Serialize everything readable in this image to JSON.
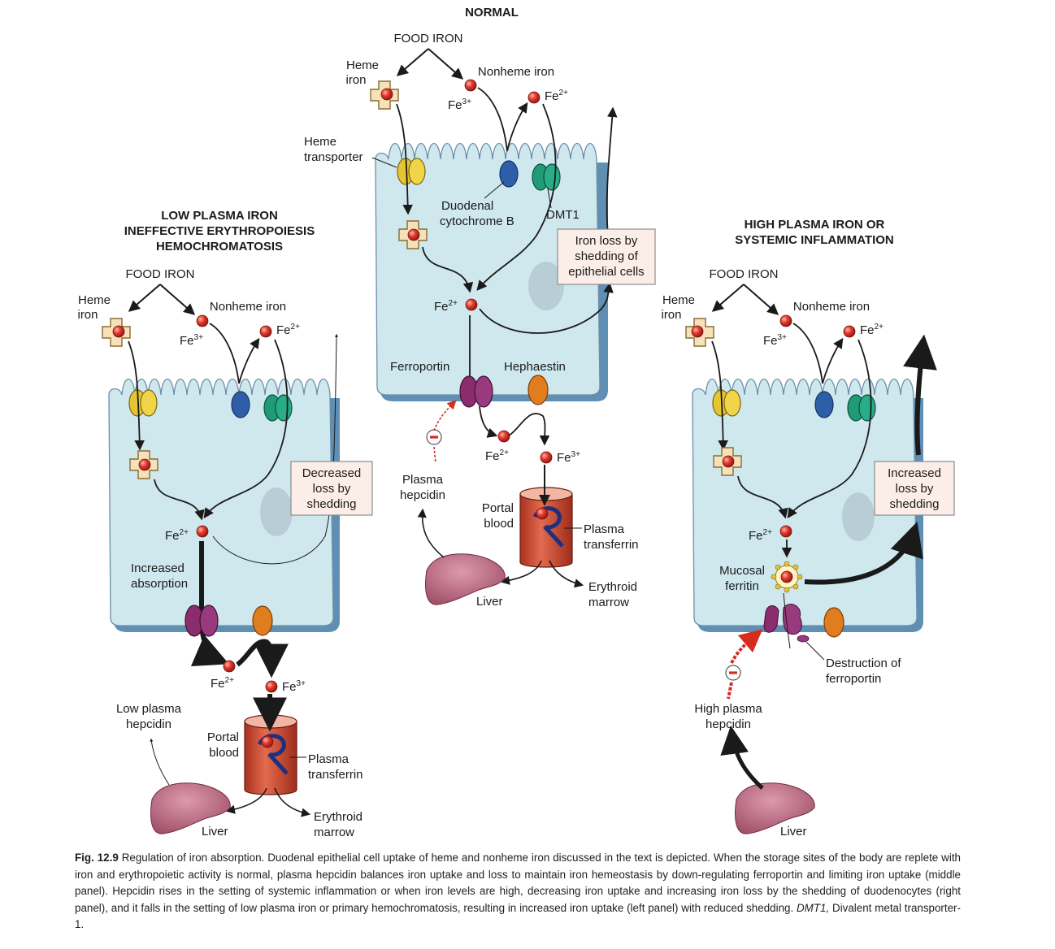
{
  "panels": {
    "normal": {
      "title": "NORMAL",
      "food_iron": "FOOD IRON",
      "heme_iron": [
        "Heme",
        "iron"
      ],
      "nonheme_iron": "Nonheme iron",
      "heme_transporter": [
        "Heme",
        "transporter"
      ],
      "duodenal_cytochrome": [
        "Duodenal",
        "cytochrome B"
      ],
      "dmt1": "DMT1",
      "shedding_box": [
        "Iron loss by",
        "shedding of",
        "epithelial cells"
      ],
      "ferroportin": "Ferroportin",
      "hephaestin": "Hephaestin",
      "plasma_hepcidin": [
        "Plasma",
        "hepcidin"
      ],
      "portal_blood": [
        "Portal",
        "blood"
      ],
      "plasma_transferrin": [
        "Plasma",
        "transferrin"
      ],
      "liver": "Liver",
      "erythroid_marrow": [
        "Erythroid",
        "marrow"
      ]
    },
    "low": {
      "title": [
        "LOW PLASMA IRON",
        "INEFFECTIVE ERYTHROPOIESIS",
        "HEMOCHROMATOSIS"
      ],
      "food_iron": "FOOD IRON",
      "heme_iron": [
        "Heme",
        "iron"
      ],
      "nonheme_iron": "Nonheme iron",
      "shedding_box": [
        "Decreased",
        "loss by",
        "shedding"
      ],
      "increased_absorption": [
        "Increased",
        "absorption"
      ],
      "low_plasma_hepcidin": [
        "Low plasma",
        "hepcidin"
      ],
      "portal_blood": [
        "Portal",
        "blood"
      ],
      "plasma_transferrin": [
        "Plasma",
        "transferrin"
      ],
      "liver": "Liver",
      "erythroid_marrow": [
        "Erythroid",
        "marrow"
      ]
    },
    "high": {
      "title": [
        "HIGH PLASMA IRON OR",
        "SYSTEMIC INFLAMMATION"
      ],
      "food_iron": "FOOD IRON",
      "heme_iron": [
        "Heme",
        "iron"
      ],
      "nonheme_iron": "Nonheme iron",
      "shedding_box": [
        "Increased",
        "loss by",
        "shedding"
      ],
      "mucosal_ferritin": [
        "Mucosal",
        "ferritin"
      ],
      "destruction": [
        "Destruction of",
        "ferroportin"
      ],
      "high_plasma_hepcidin": [
        "High plasma",
        "hepcidin"
      ],
      "liver": "Liver"
    }
  },
  "ions": {
    "fe": "Fe",
    "ferric": "3+",
    "ferrous": "2+"
  },
  "caption": {
    "label": "Fig. 12.9",
    "text": " Regulation of iron absorption. Duodenal epithelial cell uptake of heme and nonheme iron discussed in the text is depicted. When the storage sites of the body are replete with iron and erythropoietic activity is normal, plasma hepcidin balances iron uptake and loss to maintain iron hemeostasis by down-regulating ferroportin and limiting iron uptake (middle panel). Hepcidin rises in the setting of systemic inflammation or when iron levels are high, decreasing iron uptake and increasing iron loss by the shedding of duodenocytes (right panel), and it falls in the setting of low plasma iron or primary hemochromatosis, resulting in increased iron uptake (left panel) with reduced shedding.",
    "abbr_term": "DMT1,",
    "abbr_def": " Divalent metal transporter-1."
  },
  "colors": {
    "cell_fill": "#cfe8ee",
    "cell_edge": "#5f8fb3",
    "heme_transporter": "#e8cd3a",
    "cytochrome": "#2f5ea8",
    "dmt1": "#1f9b78",
    "ferroportin": "#8a2c6e",
    "hephaestin": "#e07d1e",
    "iron": "#d9281e",
    "vessel": "#c44732",
    "liver": "#b8627a"
  }
}
